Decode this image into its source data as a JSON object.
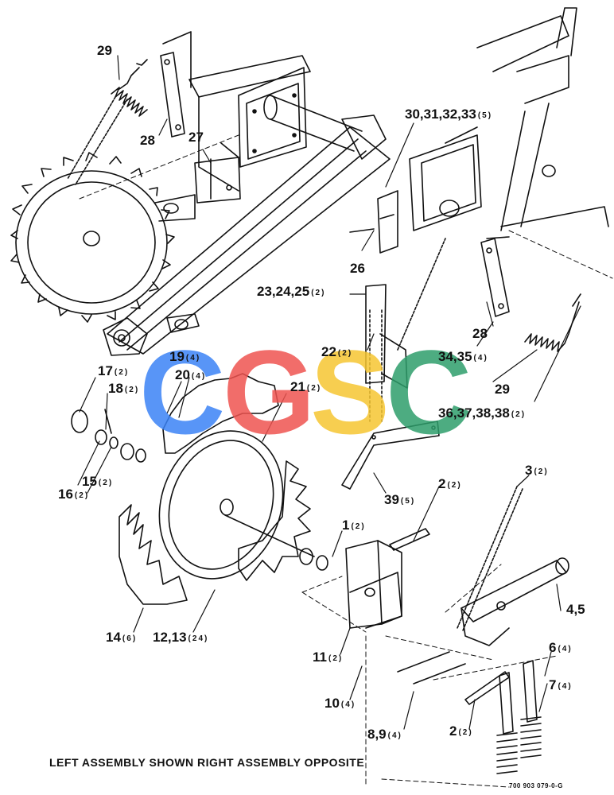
{
  "caption": "LEFT ASSEMBLY SHOWN RIGHT ASSEMBLY OPPOSITE",
  "part_code": "700 903 079-0-G",
  "watermark": {
    "text": "CGSC",
    "colors": [
      "#3b82f6",
      "#ef5350",
      "#f6c531",
      "#2e9e6b"
    ]
  },
  "callouts": [
    {
      "id": "c29a",
      "label": "29",
      "qty": ""
    },
    {
      "id": "c28a",
      "label": "28",
      "qty": ""
    },
    {
      "id": "c27",
      "label": "27",
      "qty": ""
    },
    {
      "id": "c30",
      "label": "30,31,32,33",
      "qty": "(5)"
    },
    {
      "id": "c26",
      "label": "26",
      "qty": ""
    },
    {
      "id": "c23",
      "label": "23,24,25",
      "qty": "(2)"
    },
    {
      "id": "c22",
      "label": "22",
      "qty": "(2)"
    },
    {
      "id": "c28b",
      "label": "28",
      "qty": ""
    },
    {
      "id": "c34",
      "label": "34,35",
      "qty": "(4)"
    },
    {
      "id": "c29b",
      "label": "29",
      "qty": ""
    },
    {
      "id": "c36",
      "label": "36,37,38,38",
      "qty": "(2)"
    },
    {
      "id": "c19",
      "label": "19",
      "qty": "(4)"
    },
    {
      "id": "c20",
      "label": "20",
      "qty": "(4)"
    },
    {
      "id": "c17",
      "label": "17",
      "qty": "(2)"
    },
    {
      "id": "c18",
      "label": "18",
      "qty": "(2)"
    },
    {
      "id": "c21",
      "label": "21",
      "qty": "(2)"
    },
    {
      "id": "c15",
      "label": "15",
      "qty": "(2)"
    },
    {
      "id": "c16",
      "label": "16",
      "qty": "(2)"
    },
    {
      "id": "c39",
      "label": "39",
      "qty": "(5)"
    },
    {
      "id": "c2a",
      "label": "2",
      "qty": "(2)"
    },
    {
      "id": "c3",
      "label": "3",
      "qty": "(2)"
    },
    {
      "id": "c1",
      "label": "1",
      "qty": "(2)"
    },
    {
      "id": "c45",
      "label": "4,5",
      "qty": ""
    },
    {
      "id": "c14",
      "label": "14",
      "qty": "(6)"
    },
    {
      "id": "c12",
      "label": "12,13",
      "qty": "(24)"
    },
    {
      "id": "c11",
      "label": "11",
      "qty": "(2)"
    },
    {
      "id": "c6",
      "label": "6",
      "qty": "(4)"
    },
    {
      "id": "c7",
      "label": "7",
      "qty": "(4)"
    },
    {
      "id": "c10",
      "label": "10",
      "qty": "(4)"
    },
    {
      "id": "c8",
      "label": "8,9",
      "qty": "(4)"
    },
    {
      "id": "c2b",
      "label": "2",
      "qty": "(2)"
    }
  ]
}
